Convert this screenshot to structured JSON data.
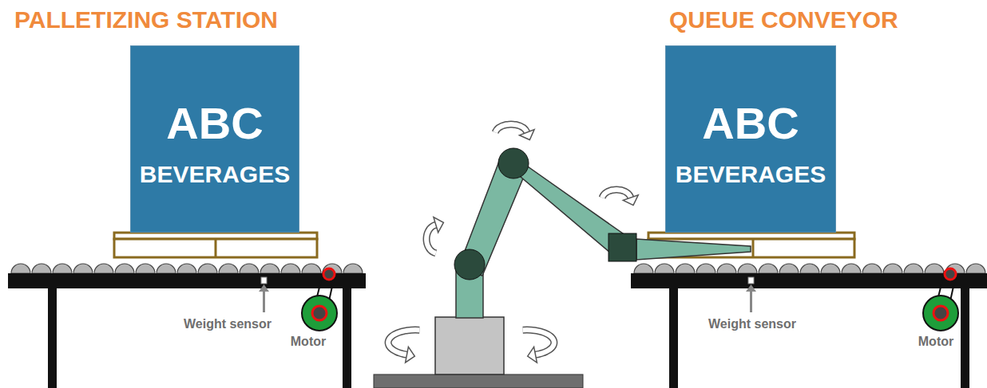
{
  "diagram": {
    "nodes": [
      {
        "text": [
          "ABC",
          "BEVERAGES"
        ]
      },
      {
        "text": [
          "ABC",
          "BEVERAGES"
        ]
      }
    ],
    "labels": [
      "PALLETIZING STATION",
      "QUEUE CONVEYOR",
      "Weight sensor",
      "Motor",
      "Weight sensor",
      "Motor"
    ]
  }
}
